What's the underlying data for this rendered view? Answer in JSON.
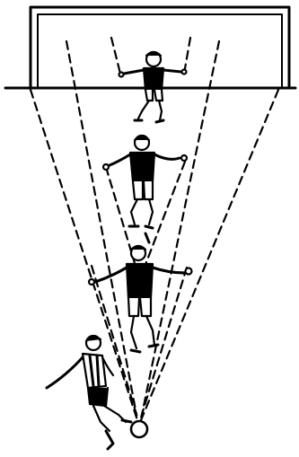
{
  "figure": {
    "subject": "soccer-goalkeeper-angle-drill",
    "players": [
      {
        "role": "goalkeeper-on-line"
      },
      {
        "role": "keeper-middle-position"
      },
      {
        "role": "keeper-advanced-position"
      },
      {
        "role": "shooter-with-ball"
      }
    ],
    "colors": {
      "ink": "#000000",
      "paper": "#ffffff"
    }
  }
}
